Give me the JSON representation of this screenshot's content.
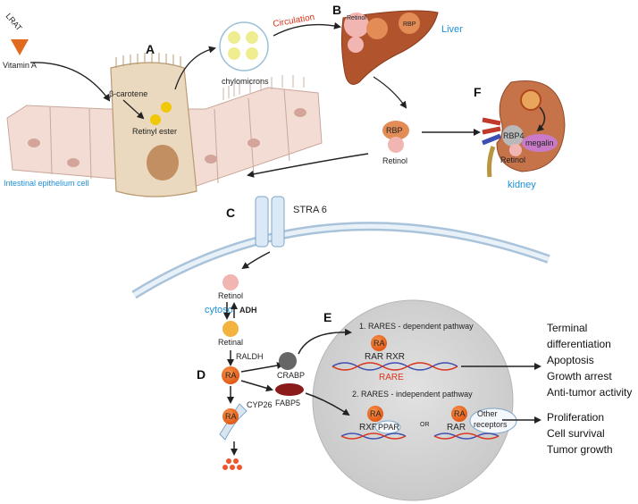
{
  "panels": {
    "a": "A",
    "b": "B",
    "c": "C",
    "d": "D",
    "e": "E",
    "f": "F"
  },
  "labels": {
    "lrat": "LRAT",
    "vitamin_a": "Vitamin A",
    "beta_carotene": "β-carotene",
    "retinyl_ester": "Retinyl ester",
    "chylomicrons": "chylomicrons",
    "circulation": "Circulation",
    "liver": "Liver",
    "liver_retinol": "Retinol",
    "liver_rbp": "RBP",
    "rbp": "RBP",
    "retinol_rbp": "Retinol",
    "kidney": "kidney",
    "rbp4": "RBP4",
    "megalin": "megalin",
    "kidney_retinol": "Retinol",
    "intestinal": "Intestinal epithelium cell",
    "stra6": "STRA 6",
    "cytosol": "cytosol",
    "retinol_cyt": "Retinol",
    "adh": "ADH",
    "retinal": "Retinal",
    "raldh": "RALDH",
    "ra": "RA",
    "crabp": "CRABP",
    "fabp5": "FABP5",
    "cyp26": "CYP26",
    "ra_cyp": "RA",
    "pathway1": "1. RARES - dependent pathway",
    "ra_e1": "RA",
    "rar_rxr": "RAR RXR",
    "rare": "RARE",
    "pathway2": "2. RARES - independent pathway",
    "ra_e2": "RA",
    "rxr": "RXR",
    "ppar": "PPAR",
    "or": "OR",
    "ra_e3": "RA",
    "rar": "RAR",
    "other": "Other",
    "receptors": "receptors"
  },
  "outcomes_1": [
    "Terminal",
    "differentiation",
    "Apoptosis",
    "Growth arrest",
    "Anti-tumor activity"
  ],
  "outcomes_2": [
    "Proliferation",
    "Cell survival",
    "Tumor growth"
  ],
  "colors": {
    "accent_blue": "#1e8fd6",
    "orange": "#e8611a",
    "circulation_red": "#d9351c",
    "liver": "#b1542e",
    "nucleus": "#d4d4d4"
  }
}
